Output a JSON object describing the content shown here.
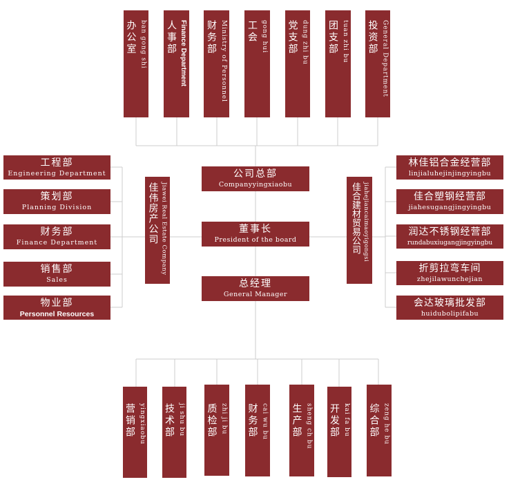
{
  "top_departments": [
    {
      "zh": "办公室",
      "en": "ban gong shi"
    },
    {
      "zh": "人事部",
      "en": "Finance Department"
    },
    {
      "zh": "财务部",
      "en": "Ministry of Personnel"
    },
    {
      "zh": "工会",
      "en": "gong hui"
    },
    {
      "zh": "党支部",
      "en": "dung zhi bu"
    },
    {
      "zh": "团支部",
      "en": "tuan zhi bu"
    },
    {
      "zh": "投资部",
      "en": "General Department"
    }
  ],
  "center_boxes": [
    {
      "zh": "公司总部",
      "en": "Companyyingxiaobu"
    },
    {
      "zh": "董事长",
      "en": "President of the board"
    },
    {
      "zh": "总经理",
      "en": "General Manager"
    }
  ],
  "left_company": {
    "zh": "佳伟房产公司",
    "en": "Jiawei Real Estate Company"
  },
  "left_departments": [
    {
      "zh": "工程部",
      "en": "Engineering Department"
    },
    {
      "zh": "策划部",
      "en": "Planning Division"
    },
    {
      "zh": "财务部",
      "en": "Finance Department"
    },
    {
      "zh": "销售部",
      "en": "Sales"
    },
    {
      "zh": "物业部",
      "en": "Personnel Resources"
    }
  ],
  "right_company": {
    "zh": "佳合建材贸易公司",
    "en": "jiahejiancaimaoyigongsi"
  },
  "right_departments": [
    {
      "zh": "林佳铝合金经营部",
      "en": "linjialuhejinjingyingbu"
    },
    {
      "zh": "佳合塑钢经营部",
      "en": "jiahesugangjingyingbu"
    },
    {
      "zh": "润达不锈钢经营部",
      "en": "rundabuxiugangjingyingbu"
    },
    {
      "zh": "折剪拉弯车间",
      "en": "zhejilawunchejian"
    },
    {
      "zh": "会达玻璃批发部",
      "en": "huidubolipifabu"
    }
  ],
  "bottom_departments": [
    {
      "zh": "营销部",
      "en": "yingxiaobu"
    },
    {
      "zh": "技术部",
      "en": "ji shu bu"
    },
    {
      "zh": "质检部",
      "en": "zhi ji bu"
    },
    {
      "zh": "财务部",
      "en": "cai wu bu"
    },
    {
      "zh": "生产部",
      "en": "sheng ch bu"
    },
    {
      "zh": "开发部",
      "en": "kai fa bu"
    },
    {
      "zh": "综合部",
      "en": "zeng he bu"
    }
  ],
  "colors": {
    "box": "#8a2b2e",
    "line": "#cccccc"
  }
}
